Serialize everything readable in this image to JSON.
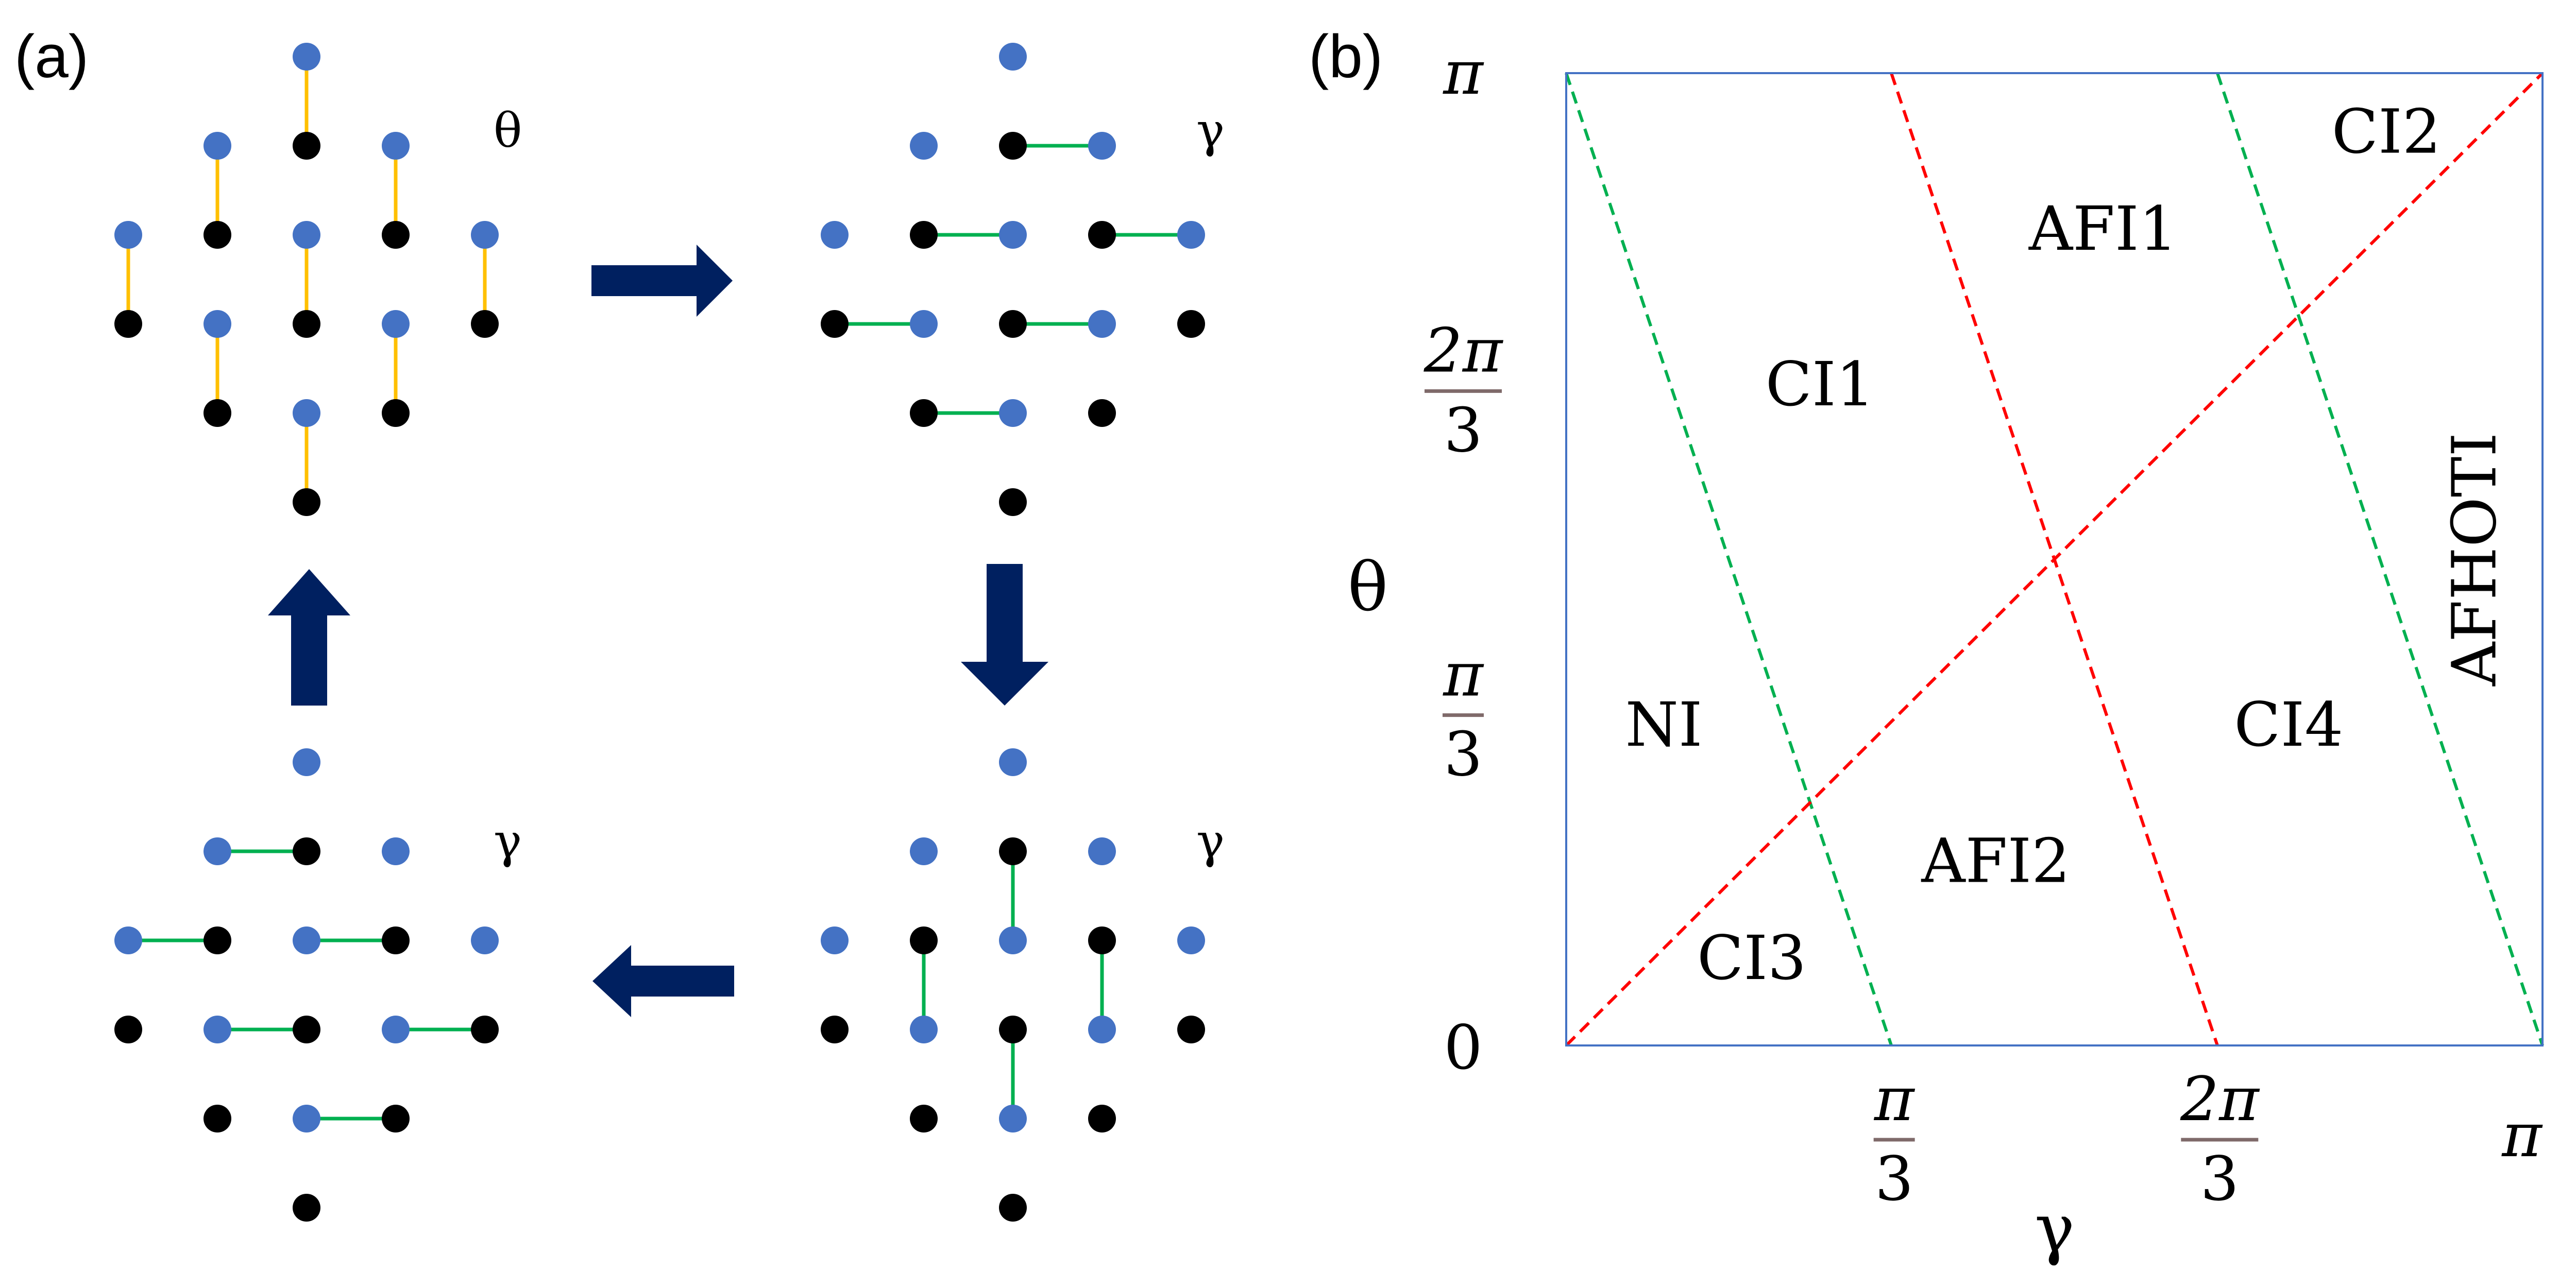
{
  "panel_a": {
    "label": "(a)",
    "step_labels": [
      "θ",
      "γ",
      "γ",
      "γ"
    ],
    "colors": {
      "blue_site": "#4472C4",
      "black_site": "#000000",
      "theta_bond": "#FFC000",
      "gamma_bond": "#00B050",
      "arrow": "#002060"
    }
  },
  "panel_b": {
    "label": "(b)",
    "x_axis_label": "γ",
    "y_axis_label": "θ",
    "x_ticks": [
      {
        "value": "0",
        "num": "",
        "den": ""
      },
      {
        "value": "π/3",
        "num": "π",
        "den": "3"
      },
      {
        "value": "2π/3",
        "num": "2π",
        "den": "3"
      },
      {
        "value": "π",
        "num": "π",
        "den": ""
      }
    ],
    "y_ticks": [
      {
        "value": "0",
        "num": "0",
        "den": ""
      },
      {
        "value": "π/3",
        "num": "π",
        "den": "3"
      },
      {
        "value": "2π/3",
        "num": "2π",
        "den": "3"
      },
      {
        "value": "π",
        "num": "π",
        "den": ""
      }
    ],
    "regions": [
      {
        "name": "NI",
        "gamma": 0.1,
        "theta": 0.33
      },
      {
        "name": "CI1",
        "gamma": 0.26,
        "theta": 0.68
      },
      {
        "name": "AFI1",
        "gamma": 0.55,
        "theta": 0.84
      },
      {
        "name": "CI2",
        "gamma": 0.84,
        "theta": 0.94
      },
      {
        "name": "AFHOTI",
        "gamma": 0.93,
        "theta": 0.5,
        "rotated": true
      },
      {
        "name": "CI4",
        "gamma": 0.74,
        "theta": 0.33
      },
      {
        "name": "AFI2",
        "gamma": 0.44,
        "theta": 0.19
      },
      {
        "name": "CI3",
        "gamma": 0.19,
        "theta": 0.09
      }
    ],
    "boundaries": [
      {
        "color": "#00B050",
        "from": [
          0,
          1
        ],
        "to": [
          0.333,
          0
        ]
      },
      {
        "color": "#FF0000",
        "from": [
          0.333,
          1
        ],
        "to": [
          0.667,
          0
        ]
      },
      {
        "color": "#00B050",
        "from": [
          0.667,
          1
        ],
        "to": [
          1,
          0
        ]
      },
      {
        "color": "#FF0000",
        "from": [
          0,
          0
        ],
        "to": [
          1,
          1
        ]
      }
    ],
    "frame_color": "#4472C4",
    "tick_bar_color": "#7F6A6A"
  }
}
